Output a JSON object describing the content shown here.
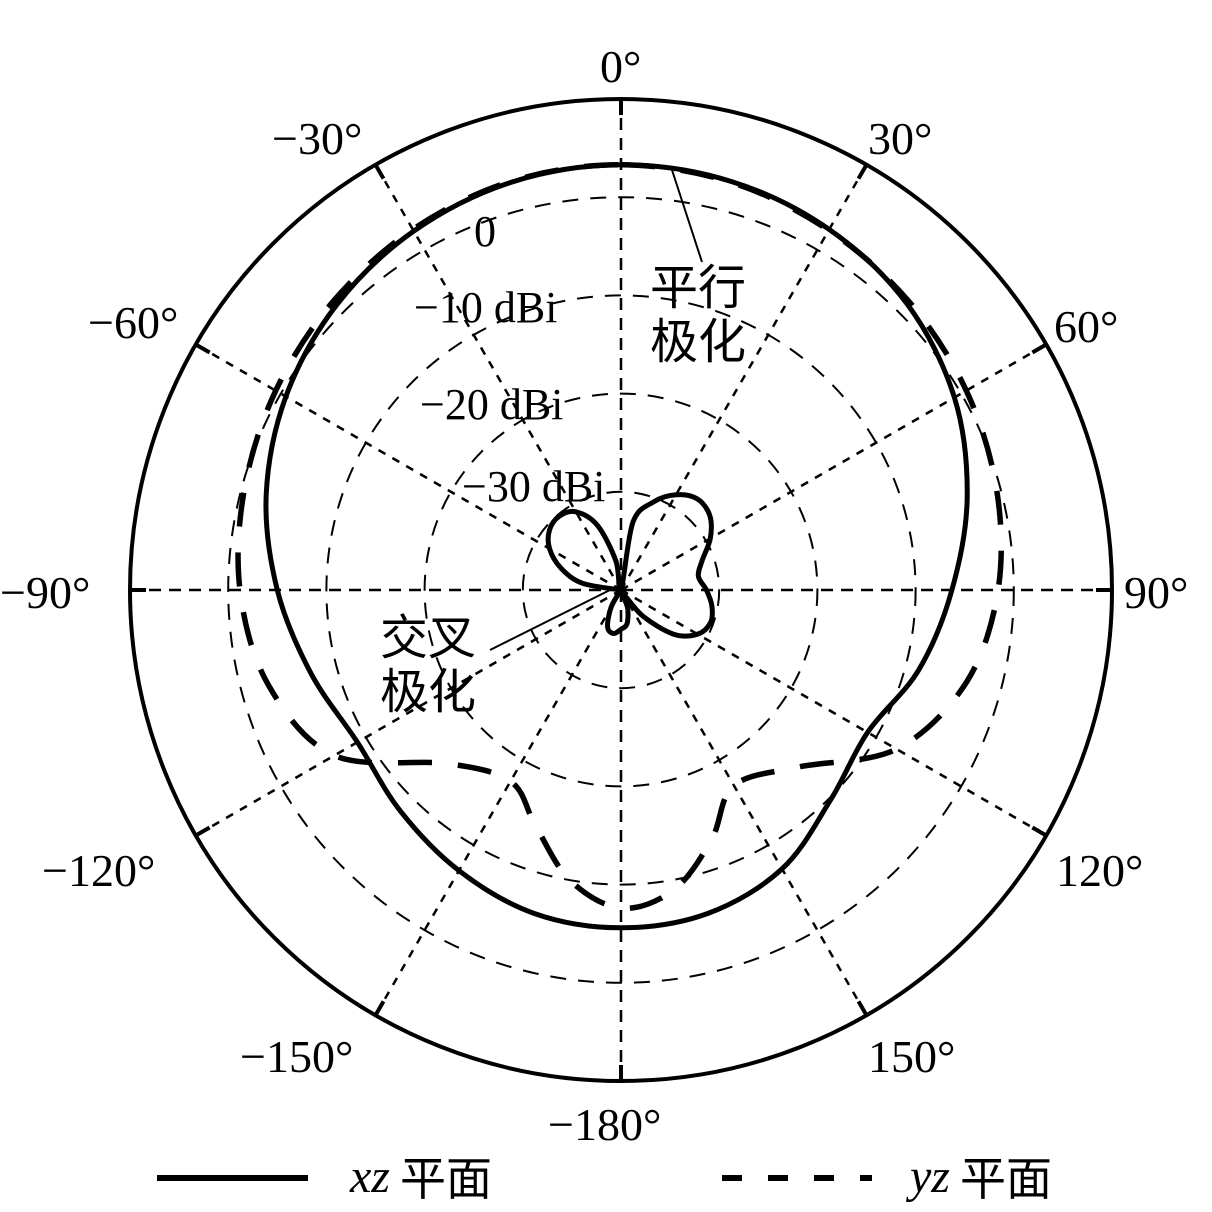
{
  "chart_data": {
    "type": "polar-line",
    "title": "",
    "radial_unit": "dBi",
    "radial_range": [
      -40,
      10
    ],
    "radial_ticks": [
      0,
      -10,
      -20,
      -30
    ],
    "radial_tick_labels": [
      "0",
      "−10 dBi",
      "−20 dBi",
      "−30 dBi"
    ],
    "angular_ticks_deg": [
      0,
      30,
      60,
      90,
      120,
      150,
      180,
      -150,
      -120,
      -90,
      -60,
      -30
    ],
    "angular_tick_labels": [
      "0°",
      "30°",
      "60°",
      "90°",
      "120°",
      "150°",
      "−180°",
      "−150°",
      "−120°",
      "−90°",
      "−60°",
      "−30°"
    ],
    "angle_direction": "clockwise",
    "zero_location": "top",
    "grid": true,
    "legend_position": "bottom",
    "legend": [
      {
        "label_italic": "xz",
        "label_cn": "平面",
        "style": "solid"
      },
      {
        "label_italic": "yz",
        "label_cn": "平面",
        "style": "dashed"
      }
    ],
    "annotations": [
      {
        "text": "平行极化",
        "lines": [
          "平行",
          "极化"
        ],
        "points_to": "co-polarization curves near 10°"
      },
      {
        "text": "交叉极化",
        "lines": [
          "交叉",
          "极化"
        ],
        "points_to": "cross-polarization lobes near center"
      }
    ],
    "series": [
      {
        "name": "xz平面 平行极化",
        "style": "solid",
        "angles_deg": [
          0,
          15,
          30,
          45,
          60,
          75,
          90,
          105,
          120,
          135,
          150,
          165,
          180,
          -165,
          -150,
          -135,
          -120,
          -105,
          -90,
          -75,
          -60,
          -45,
          -30,
          -15
        ],
        "values_dBi": [
          3.3,
          3.1,
          2.4,
          1.2,
          -0.8,
          -3.5,
          -6.3,
          -8.6,
          -11.0,
          -9.8,
          -7.2,
          -5.9,
          -5.6,
          -5.9,
          -7.0,
          -8.2,
          -9.0,
          -7.3,
          -5.0,
          -2.6,
          -0.6,
          1.0,
          2.2,
          3.0
        ]
      },
      {
        "name": "yz平面 平行极化",
        "style": "dashed",
        "angles_deg": [
          0,
          15,
          30,
          45,
          60,
          75,
          90,
          105,
          120,
          135,
          150,
          160,
          170,
          180,
          -170,
          -160,
          -150,
          -135,
          -120,
          -105,
          -90,
          -75,
          -60,
          -45,
          -30,
          -15
        ],
        "values_dBi": [
          3.3,
          3.0,
          2.3,
          1.5,
          0.6,
          -0.4,
          -1.6,
          -3.6,
          -7.6,
          -14.5,
          -17.0,
          -13.0,
          -9.0,
          -7.6,
          -10.0,
          -14.5,
          -17.5,
          -15.0,
          -6.3,
          -2.8,
          -1.2,
          -0.3,
          0.6,
          1.5,
          2.4,
          3.1
        ]
      },
      {
        "name": "交叉极化",
        "style": "solid",
        "angles_deg": [
          0,
          10,
          20,
          30,
          40,
          50,
          60,
          70,
          80,
          90,
          100,
          110,
          120,
          130,
          140,
          150,
          160,
          170,
          180,
          190,
          200,
          210,
          220,
          230,
          240,
          250,
          260,
          270,
          280,
          290,
          300,
          310,
          320,
          330,
          340,
          350
        ],
        "values_dBi": [
          -40,
          -33,
          -30.5,
          -28.8,
          -27.9,
          -28.2,
          -29.5,
          -31.2,
          -32.0,
          -31.3,
          -30.6,
          -30.3,
          -31.0,
          -33.0,
          -36.5,
          -39.5,
          -38,
          -36.5,
          -36.0,
          -35.5,
          -36.0,
          -38.0,
          -40,
          -40,
          -40,
          -40,
          -40,
          -40,
          -36,
          -33.5,
          -31.6,
          -30.5,
          -30.2,
          -30.8,
          -33.0,
          -37
        ]
      }
    ]
  },
  "labels": {
    "a0": "0°",
    "a30": "30°",
    "a60": "60°",
    "a90": "90°",
    "a120": "120°",
    "a150": "150°",
    "a180": "−180°",
    "am150": "−150°",
    "am120": "−120°",
    "am90": "−90°",
    "am60": "−60°",
    "am30": "−30°",
    "r0": "0",
    "r10": "−10 dBi",
    "r20": "−20 dBi",
    "r30": "−30 dBi",
    "copol_1": "平行",
    "copol_2": "极化",
    "xpol_1": "交叉",
    "xpol_2": "极化",
    "legend_xz_it": "xz",
    "legend_xz_cn": "平面",
    "legend_yz_it": "yz",
    "legend_yz_cn": "平面"
  }
}
